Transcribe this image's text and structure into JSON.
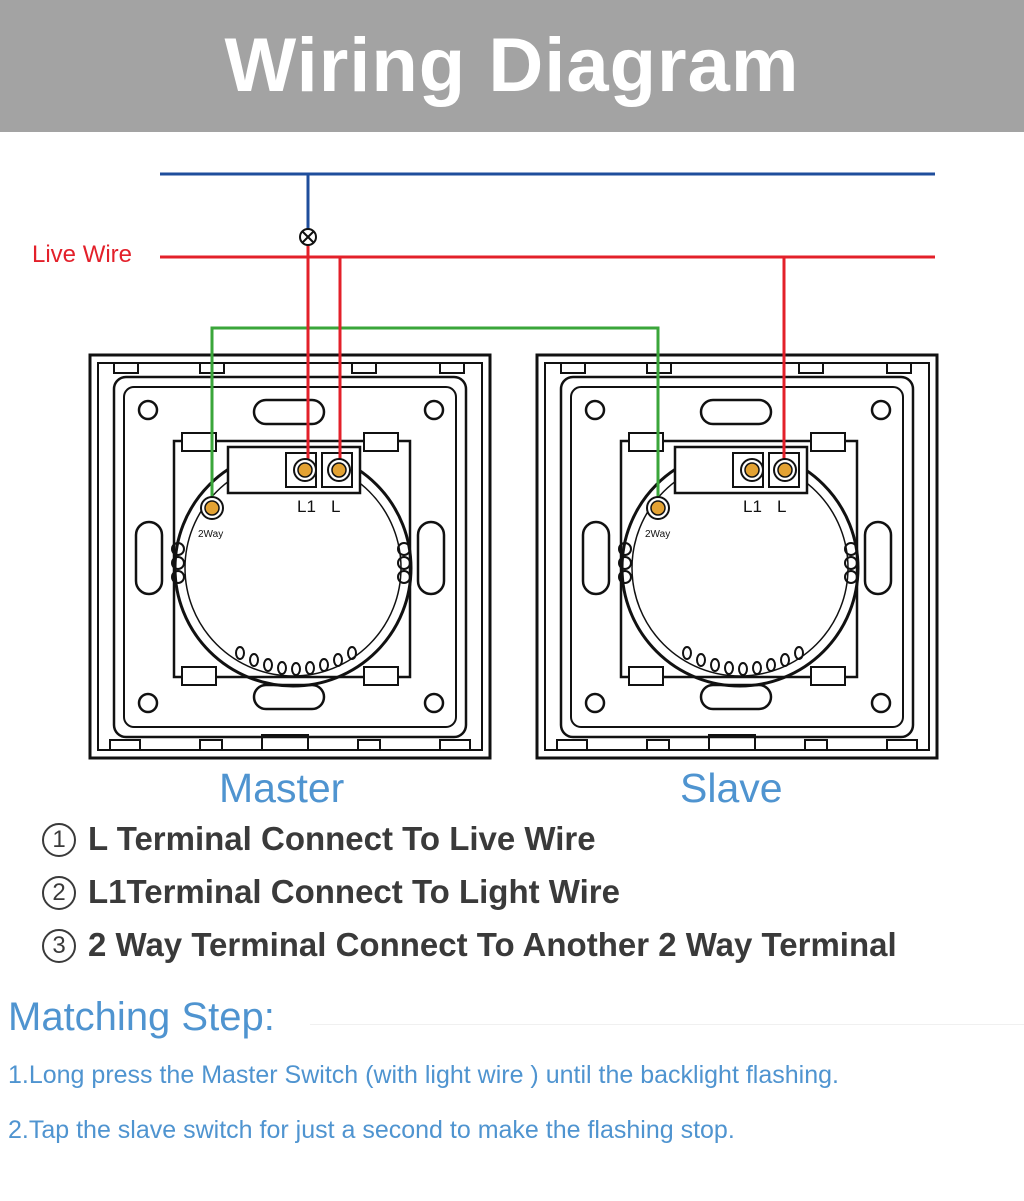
{
  "banner": {
    "title": "Wiring Diagram"
  },
  "diagram": {
    "live_wire_label": "Live Wire",
    "switches": [
      {
        "label": "Master",
        "terminal_two_way": "2Way",
        "terminal_l1": "L1",
        "terminal_l": "L"
      },
      {
        "label": "Slave",
        "terminal_two_way": "2Way",
        "terminal_l1": "L1",
        "terminal_l": "L"
      }
    ],
    "colors": {
      "neutral": "#1f4e9c",
      "live": "#e3202a",
      "two_way_link": "#3aa63a",
      "terminal": "#e3a233",
      "accent": "#4f94d0"
    }
  },
  "instructions": [
    {
      "num": "1",
      "text": "L Terminal Connect To Live Wire"
    },
    {
      "num": "2",
      "text": "L1Terminal Connect To Light Wire"
    },
    {
      "num": "3",
      "text": "2 Way Terminal Connect To Another 2 Way Terminal"
    }
  ],
  "matching": {
    "title": "Matching Step:",
    "steps": [
      "1.Long press the Master Switch (with light wire ) until the backlight flashing.",
      "2.Tap the slave switch for just a second to make the flashing stop."
    ]
  }
}
